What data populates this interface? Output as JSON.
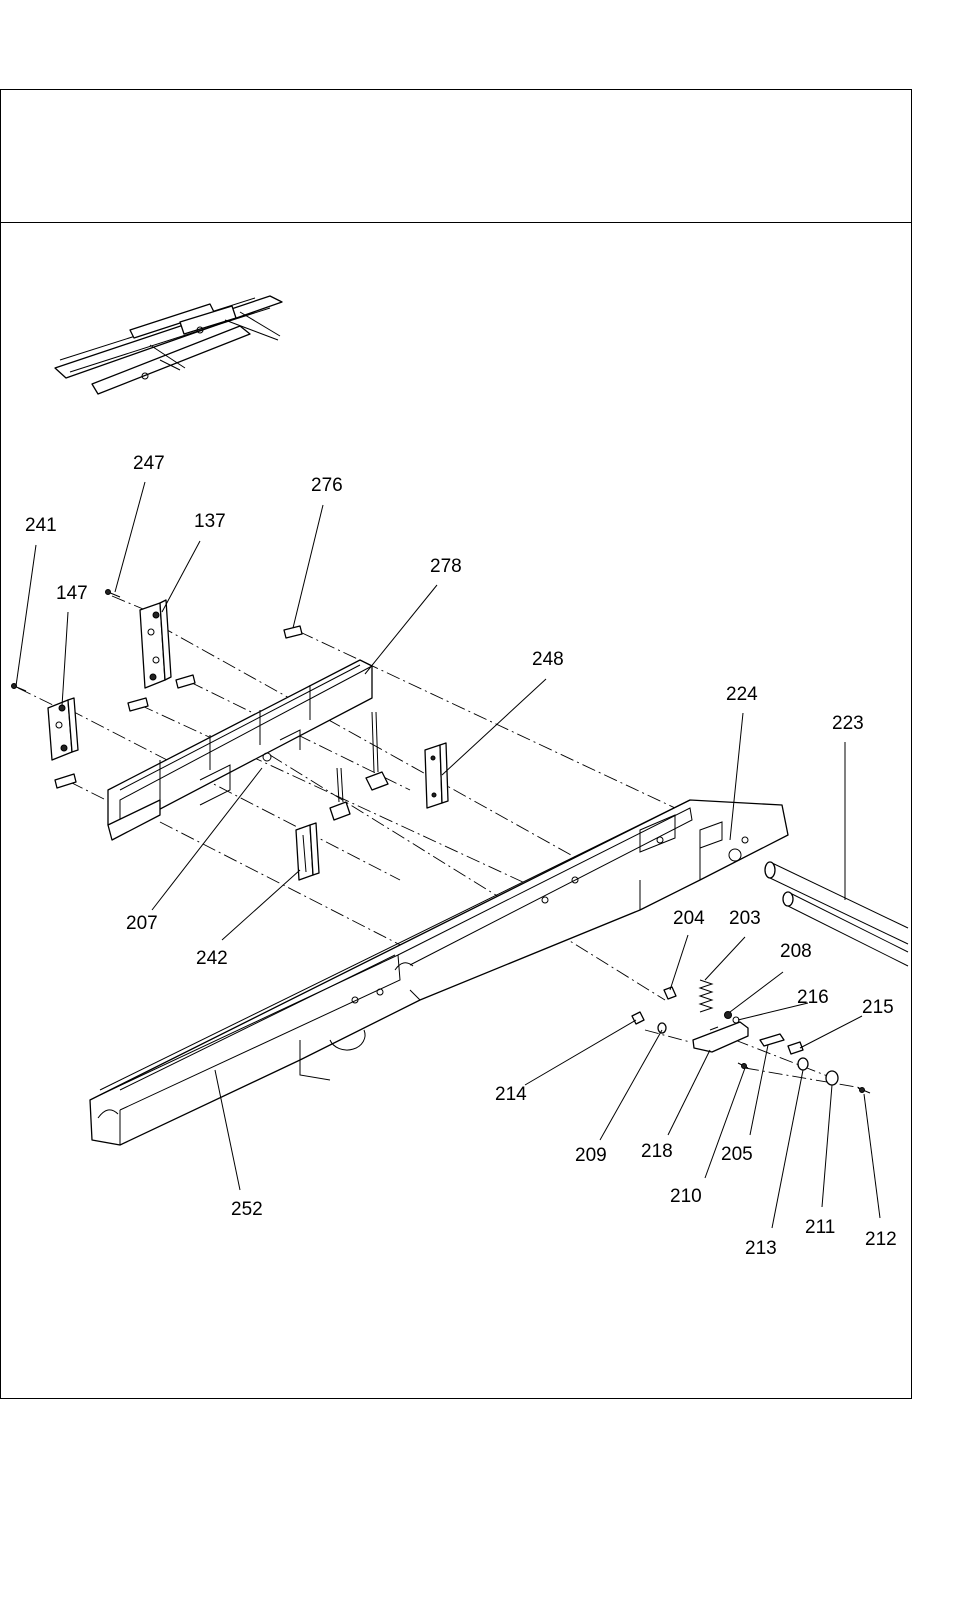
{
  "figure": {
    "header_text": "",
    "callouts": [
      {
        "id": "c247",
        "label": "247"
      },
      {
        "id": "c276",
        "label": "276"
      },
      {
        "id": "c241",
        "label": "241"
      },
      {
        "id": "c137",
        "label": "137"
      },
      {
        "id": "c278",
        "label": "278"
      },
      {
        "id": "c147",
        "label": "147"
      },
      {
        "id": "c248",
        "label": "248"
      },
      {
        "id": "c224",
        "label": "224"
      },
      {
        "id": "c223",
        "label": "223"
      },
      {
        "id": "c207",
        "label": "207"
      },
      {
        "id": "c242",
        "label": "242"
      },
      {
        "id": "c204",
        "label": "204"
      },
      {
        "id": "c203",
        "label": "203"
      },
      {
        "id": "c208",
        "label": "208"
      },
      {
        "id": "c216",
        "label": "216"
      },
      {
        "id": "c215",
        "label": "215"
      },
      {
        "id": "c214",
        "label": "214"
      },
      {
        "id": "c209",
        "label": "209"
      },
      {
        "id": "c218",
        "label": "218"
      },
      {
        "id": "c205",
        "label": "205"
      },
      {
        "id": "c210",
        "label": "210"
      },
      {
        "id": "c252",
        "label": "252"
      },
      {
        "id": "c213",
        "label": "213"
      },
      {
        "id": "c211",
        "label": "211"
      },
      {
        "id": "c212",
        "label": "212"
      }
    ]
  }
}
